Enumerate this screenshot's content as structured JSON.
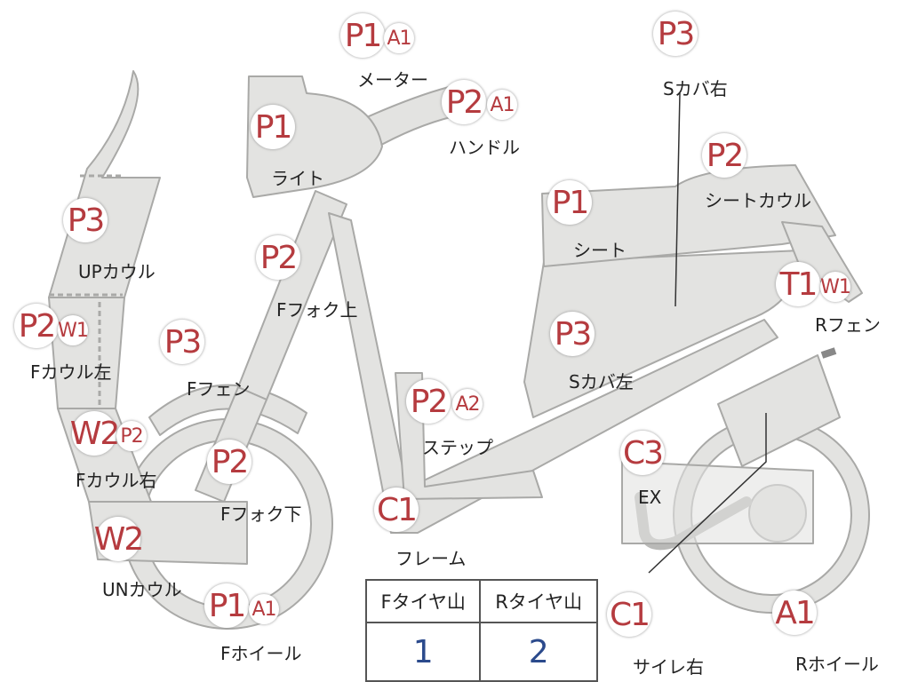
{
  "markers": {
    "meter_p": "P1",
    "meter_a": "A1",
    "handle_p": "P2",
    "handle_a": "A1",
    "seat_cover_r": "P3",
    "light": "P1",
    "seat_cowl": "P2",
    "up_cowl": "P3",
    "seat": "P1",
    "f_fork_upper": "P2",
    "r_fender_t": "T1",
    "r_fender_w": "W1",
    "f_cowl_left_p": "P2",
    "f_cowl_left_w": "W1",
    "f_fender": "P3",
    "seat_cover_l": "P3",
    "step_p": "P2",
    "step_a": "A2",
    "f_cowl_right_w": "W2",
    "f_cowl_right_p": "P2",
    "f_fork_lower": "P2",
    "ex": "C3",
    "frame": "C1",
    "un_cowl": "W2",
    "f_wheel_p": "P1",
    "f_wheel_a": "A1",
    "muffler_r": "C1",
    "r_wheel": "A1"
  },
  "labels": {
    "meter": "メーター",
    "handle": "ハンドル",
    "seat_cover_r": "Sカバ右",
    "light": "ライト",
    "seat_cowl": "シートカウル",
    "up_cowl": "UPカウル",
    "seat": "シート",
    "f_fork_upper": "Fフォク上",
    "r_fender": "Rフェン",
    "f_cowl_left": "Fカウル左",
    "f_fender": "Fフェン",
    "seat_cover_l": "Sカバ左",
    "step": "ステップ",
    "f_cowl_right": "Fカウル右",
    "f_fork_lower": "Fフォク下",
    "ex": "EX",
    "frame": "フレーム",
    "un_cowl": "UNカウル",
    "f_wheel": "Fホイール",
    "muffler_r": "サイレ右",
    "r_wheel": "Rホイール"
  },
  "tire_table": {
    "headers": [
      "Fタイヤ山",
      "Rタイヤ山"
    ],
    "values": [
      "1",
      "2"
    ]
  },
  "colors": {
    "grade_text": "#b53b3f",
    "part_fill": "#e3e3e1",
    "part_outline": "#a9a9a7",
    "table_value": "#2b4a8c"
  }
}
